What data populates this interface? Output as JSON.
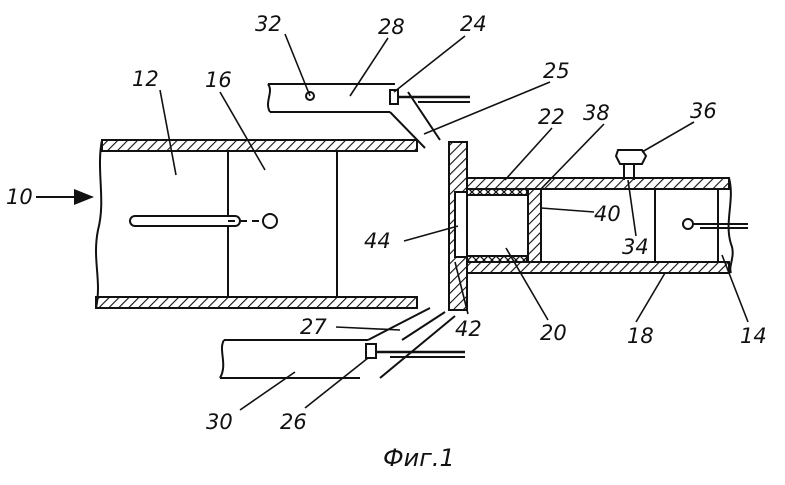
{
  "figure": {
    "caption": "Фиг.1",
    "labels": {
      "l10": "10",
      "l12": "12",
      "l16": "16",
      "l32": "32",
      "l28": "28",
      "l24": "24",
      "l25": "25",
      "l22": "22",
      "l38": "38",
      "l36": "36",
      "l40": "40",
      "l34": "34",
      "l44": "44",
      "l42": "42",
      "l20": "20",
      "l18": "18",
      "l14": "14",
      "l27": "27",
      "l30": "30",
      "l26": "26"
    }
  }
}
